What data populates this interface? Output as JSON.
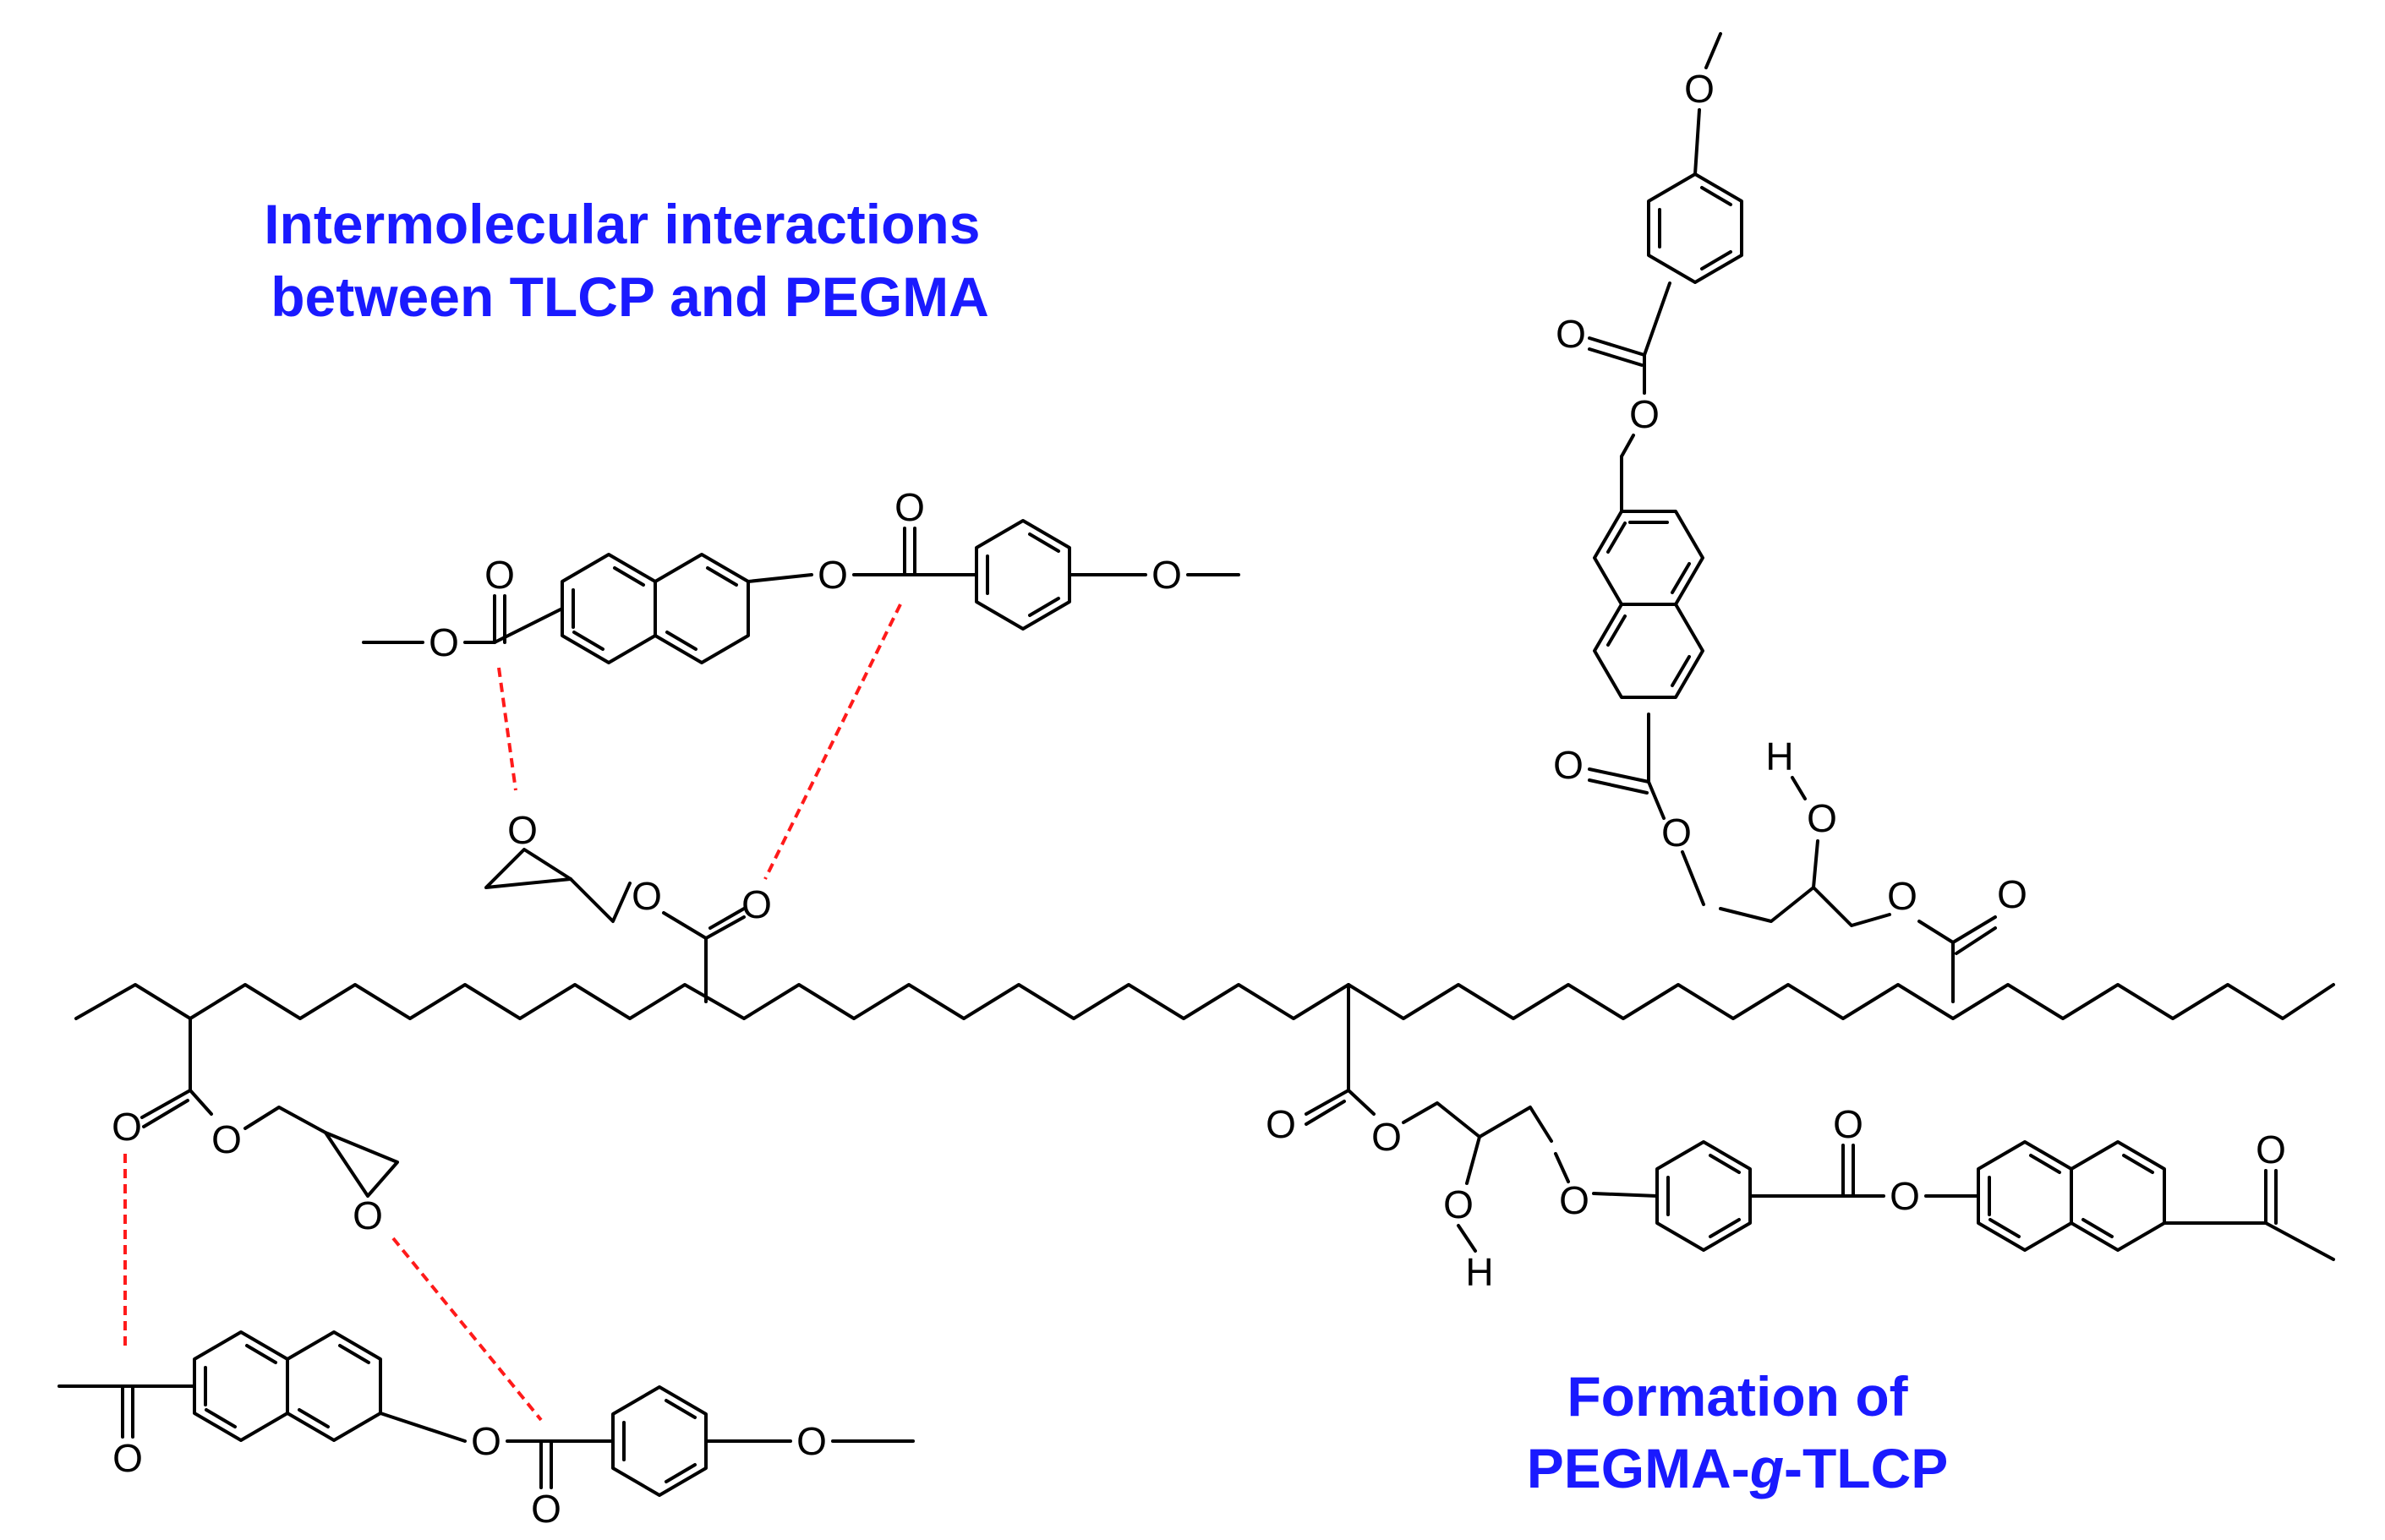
{
  "headings": {
    "interactions_line1": "Intermolecular interactions",
    "interactions_line2": "between TLCP and PEGMA",
    "formation_line1": "Formation of",
    "formation_line2_prefix": "PEGMA-",
    "formation_line2_italic": "g",
    "formation_line2_suffix": "-TLCP"
  },
  "atoms": {
    "oxygen": "O",
    "hydrogen": "H"
  },
  "colors": {
    "heading": "#1a1aff",
    "bonds": "#000000",
    "interaction_lines": "#ff1a1a"
  }
}
